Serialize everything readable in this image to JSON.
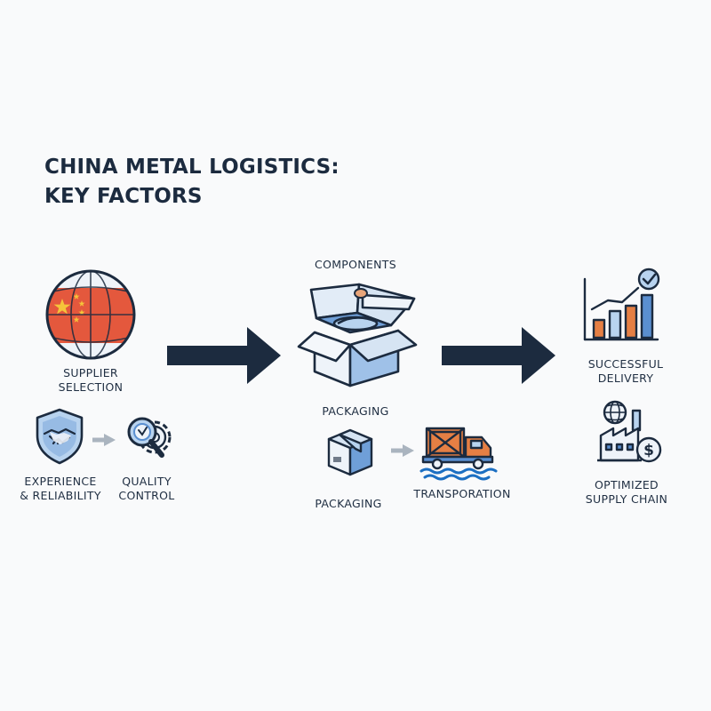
{
  "title": {
    "line1": "CHINA METAL LOGISTICS:",
    "line2": "KEY FACTORS"
  },
  "stages": {
    "supplier": {
      "label_line1": "SUPPLIER",
      "label_line2": "SELECTION",
      "icon": "china-globe-icon",
      "sub": {
        "experience": {
          "label_line1": "EXPERIENCE",
          "label_line2": "& RELIABILITY",
          "icon": "handshake-shield-icon"
        },
        "quality": {
          "label_line1": "QUALITY",
          "label_line2": "CONTROL",
          "icon": "magnifier-gear-icon"
        }
      }
    },
    "components": {
      "top_label": "COMPONENTS",
      "label": "PACKAGING",
      "icon": "open-box-icon",
      "sub": {
        "packaging": {
          "label": "PACKAGING",
          "icon": "package-icon"
        },
        "transport": {
          "label": "TRANSPORATION",
          "icon": "truck-icon"
        }
      }
    },
    "delivery": {
      "label_line1": "SUCCESSFUL",
      "label_line2": "DELIVERY",
      "icon": "bar-chart-check-icon",
      "sub": {
        "supply_chain": {
          "label_line1": "OPTIMIZED",
          "label_line2": "SUPPLY CHAIN",
          "icon": "factory-globe-dollar-icon"
        }
      }
    }
  },
  "colors": {
    "navy": "#1c2b3f",
    "blue": "#5a8fd0",
    "light_blue": "#b8d3ef",
    "orange": "#e57f44",
    "flag_red": "#e4583d",
    "star_yellow": "#f5c43a",
    "gray_arrow": "#aab4bf"
  }
}
